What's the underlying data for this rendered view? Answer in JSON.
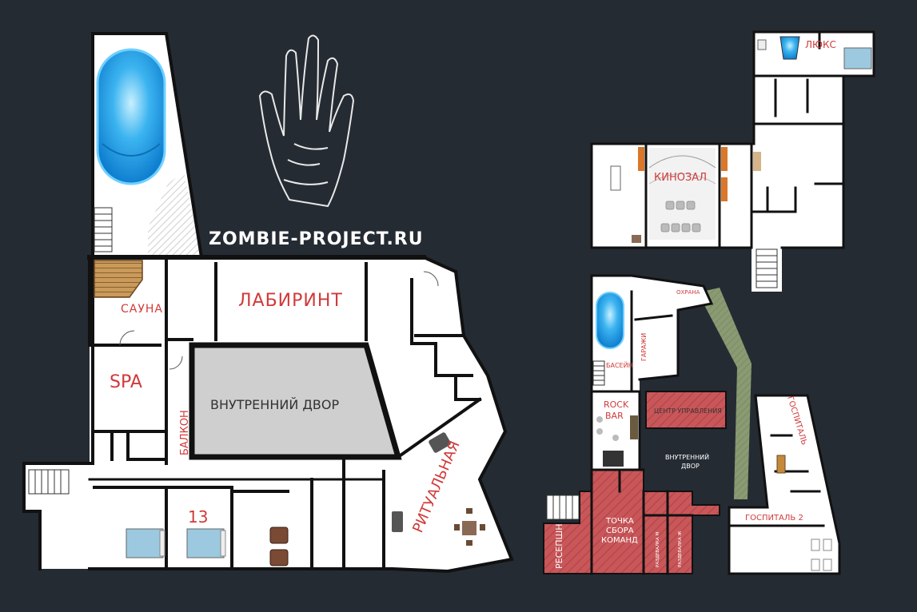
{
  "watermark": "ZOMBIE-PROJECT.RU",
  "colors": {
    "background": "#252b33",
    "floor": "#ffffff",
    "wall": "#111111",
    "label_red": "#d13a3a",
    "zone_red": "#c9575a",
    "pool_blue": "#2aa8ea",
    "courtyard_gray": "#cfcfcf",
    "path_green": "#8a9a72"
  },
  "left_plan": {
    "labels": {
      "sauna": "САУНА",
      "labyrinth": "ЛАБИРИНТ",
      "spa": "SPA",
      "balcony": "БАЛКОН",
      "inner_yard": "ВНУТРЕННИЙ ДВОР",
      "ritual": "РИТУАЛЬНАЯ",
      "room13": "13"
    },
    "icons": [
      "pool-icon",
      "stairs-icon",
      "sauna-bench-icon",
      "bed-icon",
      "armchair-icon",
      "table-icon",
      "hand-icon"
    ]
  },
  "right_top_plan": {
    "labels": {
      "lux": "ЛЮКС",
      "cinema": "КИНОЗАЛ"
    }
  },
  "right_bottom_plan": {
    "labels": {
      "guard": "ОХРАНА",
      "garages": "ГАРАЖИ",
      "pool": "БАСЕЙН",
      "rock_bar_1": "ROCK",
      "rock_bar_2": "BAR",
      "control_center": "ЦЕНТР УПРАВЛЕНИЯ",
      "inner_yard_1": "ВНУТРЕННИЙ",
      "inner_yard_2": "ДВОР",
      "hospital": "ГОСПИТАЛЬ",
      "hospital2": "ГОСПИТАЛЬ 2",
      "reception": "РЕСЕПШН",
      "assembly_1": "ТОЧКА",
      "assembly_2": "СБОРА",
      "assembly_3": "КОМАНД",
      "locker_m": "РАЗДЕВАЛКА М",
      "locker_zh": "РАЗДЕВАЛКА Ж"
    }
  }
}
